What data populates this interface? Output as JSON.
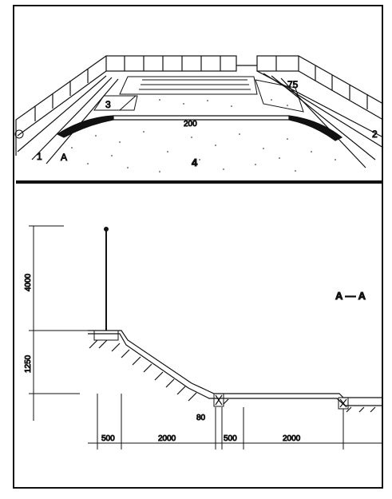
{
  "perspective": {
    "labels": {
      "circle": "C",
      "one": "1",
      "a": "A",
      "three": "3",
      "four": "4",
      "seventy_five": "75",
      "two": "2",
      "two_hundred": "200"
    }
  },
  "section": {
    "title": "A — A",
    "vertical_dims": [
      "4000",
      "1250"
    ],
    "horizontal_dims": [
      "500",
      "2000",
      "500",
      "2000"
    ],
    "detail_dim": "80"
  }
}
